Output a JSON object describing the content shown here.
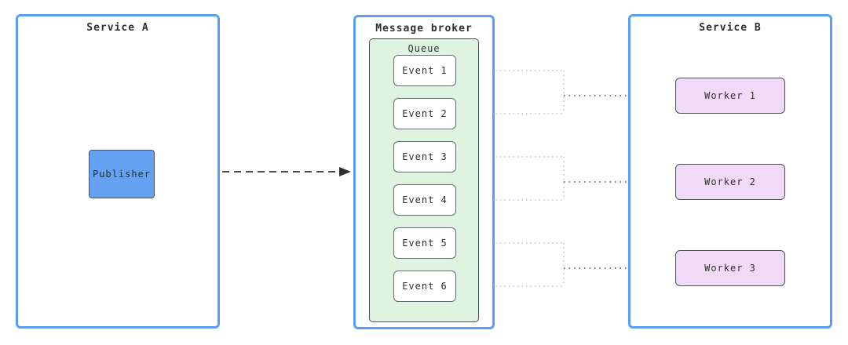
{
  "diagram": {
    "service_a": {
      "title": "Service A",
      "publisher": {
        "label": "Publisher"
      }
    },
    "message_broker": {
      "title": "Message broker",
      "queue": {
        "title": "Queue",
        "events": [
          {
            "label": "Event 1"
          },
          {
            "label": "Event 2"
          },
          {
            "label": "Event 3"
          },
          {
            "label": "Event 4"
          },
          {
            "label": "Event 5"
          },
          {
            "label": "Event 6"
          }
        ]
      }
    },
    "service_b": {
      "title": "Service B",
      "workers": [
        {
          "label": "Worker 1"
        },
        {
          "label": "Worker 2"
        },
        {
          "label": "Worker 3"
        }
      ]
    },
    "connections": [
      {
        "from": "Publisher",
        "to": "Message broker",
        "style": "dashed-arrow"
      },
      {
        "from": "Event 1",
        "to": "Worker 1",
        "style": "dotted-arrow"
      },
      {
        "from": "Event 2",
        "to": "Worker 1",
        "style": "dotted-arrow"
      },
      {
        "from": "Event 3",
        "to": "Worker 2",
        "style": "dotted-arrow"
      },
      {
        "from": "Event 4",
        "to": "Worker 2",
        "style": "dotted-arrow"
      },
      {
        "from": "Event 5",
        "to": "Worker 3",
        "style": "dotted-arrow"
      },
      {
        "from": "Event 6",
        "to": "Worker 3",
        "style": "dotted-arrow"
      }
    ]
  },
  "colors": {
    "container-border": "#5b9cf7",
    "publisher-fill": "#66a2f2",
    "queue-fill": "#dff4e0",
    "queue-border": "#4a4f54",
    "event-border": "#666c70",
    "worker-fill": "#f1d9f8",
    "node-border": "#4b525a",
    "line-dark": "#4d4d4d",
    "line-light": "#c2c2c2",
    "arrow-fill": "#2f2f2f",
    "text": "#2e2e2e"
  }
}
